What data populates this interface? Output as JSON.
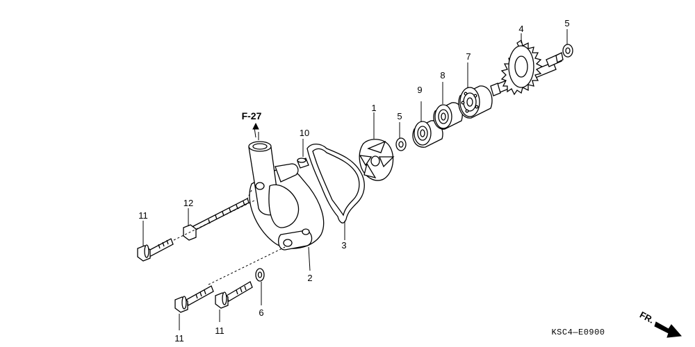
{
  "diagram": {
    "reference": "F-27",
    "part_code": "KSC4—E0900",
    "direction_label": "FR.",
    "callouts": {
      "c1": "1",
      "c2": "2",
      "c3": "3",
      "c4": "4",
      "c5a": "5",
      "c5b": "5",
      "c6": "6",
      "c7": "7",
      "c8": "8",
      "c9": "9",
      "c10": "10",
      "c11a": "11",
      "c11b": "11",
      "c11c": "11",
      "c12": "12"
    }
  }
}
